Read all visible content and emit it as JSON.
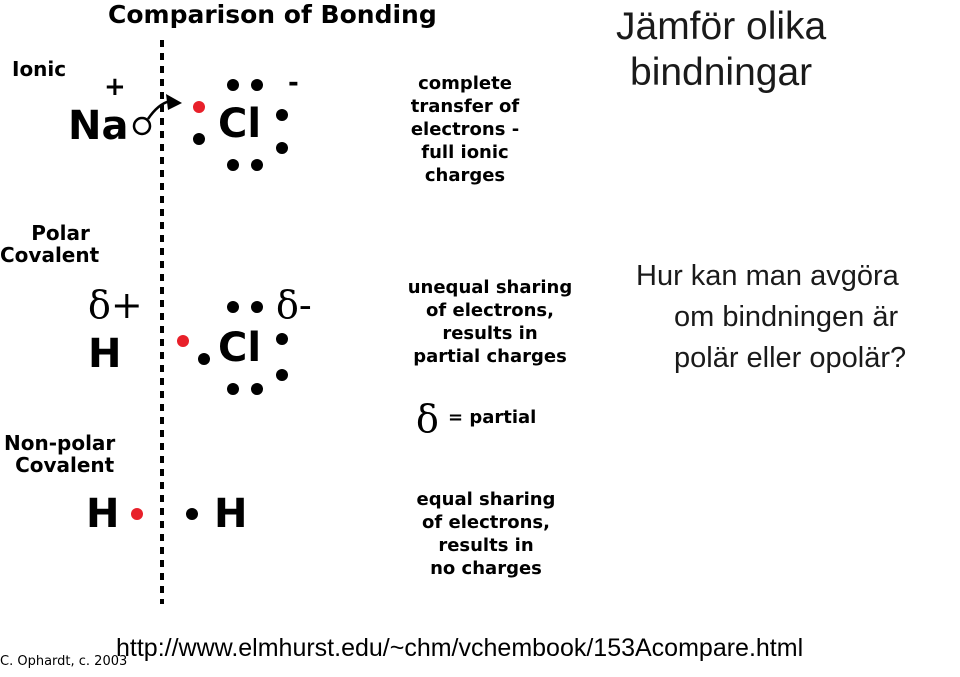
{
  "diagram": {
    "header": "Comparison of Bonding",
    "ionic": {
      "label": "Ionic",
      "plus": "+",
      "minus": "-",
      "left_symbol": "Na",
      "right_symbol": "Cl",
      "description": [
        "complete",
        "transfer of",
        "electrons -",
        "full ionic",
        "charges"
      ]
    },
    "polar": {
      "label": [
        "Polar",
        "Covalent"
      ],
      "left_charge": "δ+",
      "right_charge": "δ-",
      "left_symbol": "H",
      "right_symbol": "Cl",
      "description": [
        "unequal sharing",
        "of electrons,",
        "results in",
        "partial charges"
      ],
      "legend_symbol": "δ",
      "legend_text": "= partial"
    },
    "nonpolar": {
      "label": [
        "Non-polar",
        "Covalent"
      ],
      "left_symbol": "H",
      "right_symbol": "H",
      "description": [
        "equal sharing",
        "of electrons,",
        "results in",
        "no charges"
      ]
    },
    "copyright": "C. Ophardt, c. 2003"
  },
  "slide": {
    "title_lines": [
      "Jämför olika",
      "bindningar"
    ],
    "question_lines": [
      "Hur kan man avgöra",
      "om bindningen är",
      "polär eller opolär?"
    ],
    "source_link": "http://www.elmhurst.edu/~chm/vchembook/153Acompare.html"
  },
  "colors": {
    "electron_red": "#e8202a",
    "electron_black": "#000000",
    "text": "#1a1a1a"
  }
}
